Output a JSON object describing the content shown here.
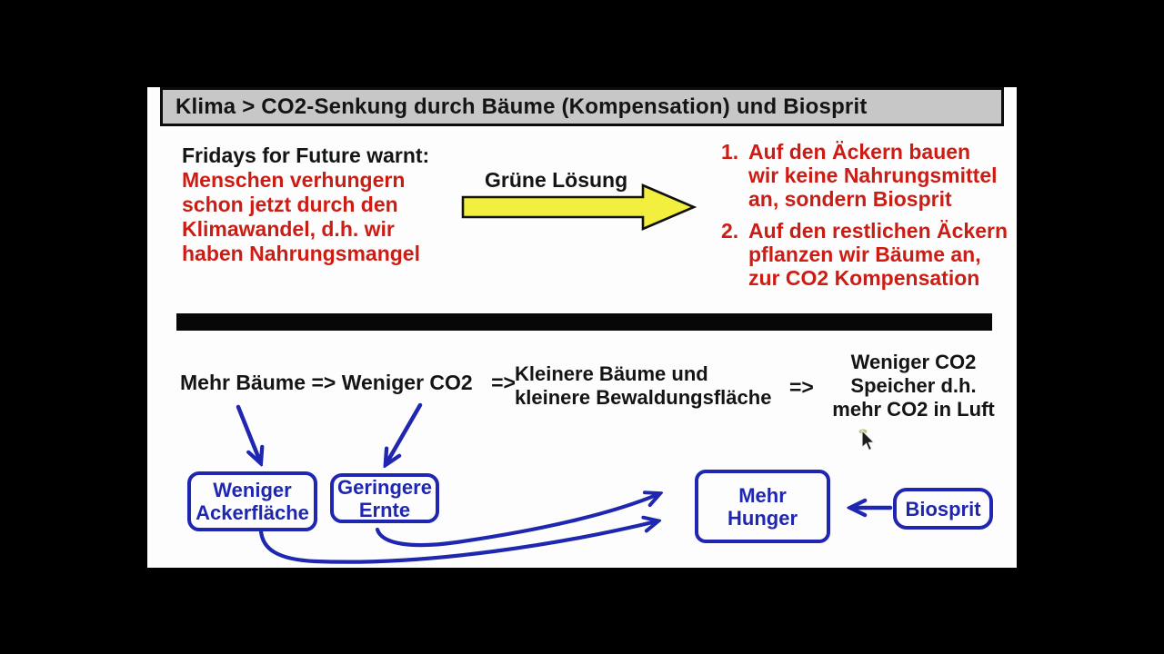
{
  "slide": {
    "title": "Klima > CO2-Senkung durch Bäume (Kompensation) und Biosprit",
    "intro": {
      "heading": "Fridays for Future warnt:",
      "warning_lines": [
        "Menschen verhungern",
        "schon jetzt durch den",
        "Klimawandel, d.h. wir",
        "haben Nahrungsmangel"
      ]
    },
    "green_solution": {
      "label": "Grüne Lösung"
    },
    "solution_list": {
      "items": [
        {
          "number": "1.",
          "lines": [
            "Auf den Äckern bauen",
            "wir keine Nahrungsmittel",
            "an, sondern Biosprit"
          ]
        },
        {
          "number": "2.",
          "lines": [
            "Auf den restlichen Äckern",
            "pflanzen wir Bäume an,",
            "zur CO2 Kompensation"
          ]
        }
      ]
    },
    "flow": {
      "step1": "Mehr Bäume",
      "arrow1": "=>",
      "step2": "Weniger CO2",
      "arrow2": "=>",
      "step3_lines": [
        "Kleinere Bäume und",
        "kleinere Bewaldungsfläche"
      ],
      "arrow3": "=>",
      "step4_lines": [
        "Weniger CO2",
        "Speicher d.h.",
        "mehr CO2 in Luft"
      ]
    },
    "boxes": {
      "weniger_ackerflaeche_lines": [
        "Weniger",
        "Ackerfläche"
      ],
      "geringere_ernte_lines": [
        "Geringere",
        "Ernte"
      ],
      "mehr_hunger_lines": [
        "Mehr",
        "Hunger"
      ],
      "biosprit": "Biosprit"
    },
    "colors": {
      "warning_red": "#cc1d15",
      "diagram_blue": "#1f27b0",
      "arrow_yellow": "#f2ef3e",
      "titlebar_gray": "#c7c7c7"
    }
  }
}
